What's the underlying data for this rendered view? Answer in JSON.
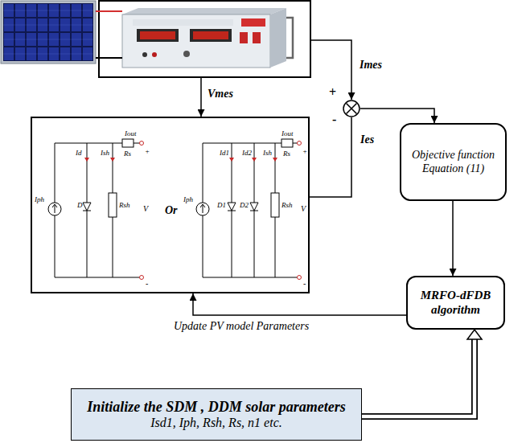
{
  "diagram": {
    "nodes": [
      {
        "text": [
          "Or"
        ]
      },
      {
        "text": [
          "+",
          "-"
        ]
      },
      {
        "text": [
          "Objective function Equation (11)"
        ]
      },
      {
        "text": [
          "MRFO-dFDB algorithm"
        ]
      },
      {
        "text": [
          "Initialize the SDM , DDM solar parameters",
          "Isd1, Iph, Rsh, Rs, n1 etc."
        ]
      }
    ],
    "edges": [
      {
        "from": 0,
        "to": 1,
        "label": "Ies",
        "arrow": "none"
      },
      {
        "from": 1,
        "to": 2,
        "arrow": "to"
      },
      {
        "from": 2,
        "to": 3,
        "arrow": "to"
      },
      {
        "from": 3,
        "to": 0,
        "label": "Update PV model Parameters",
        "arrow": "to"
      },
      {
        "from": 4,
        "to": 3,
        "arrow": "to"
      }
    ],
    "labels": [
      "Vmes",
      "Imes",
      "Iout",
      "Id",
      "Ish",
      "Rs",
      "Iph",
      "D",
      "Rsh",
      "+",
      "V",
      "-",
      "Iout",
      "Id1",
      "Id2",
      "Ish",
      "Rs",
      "Iph",
      "D1",
      "D2",
      "Rsh",
      "+",
      "V",
      "-"
    ]
  }
}
